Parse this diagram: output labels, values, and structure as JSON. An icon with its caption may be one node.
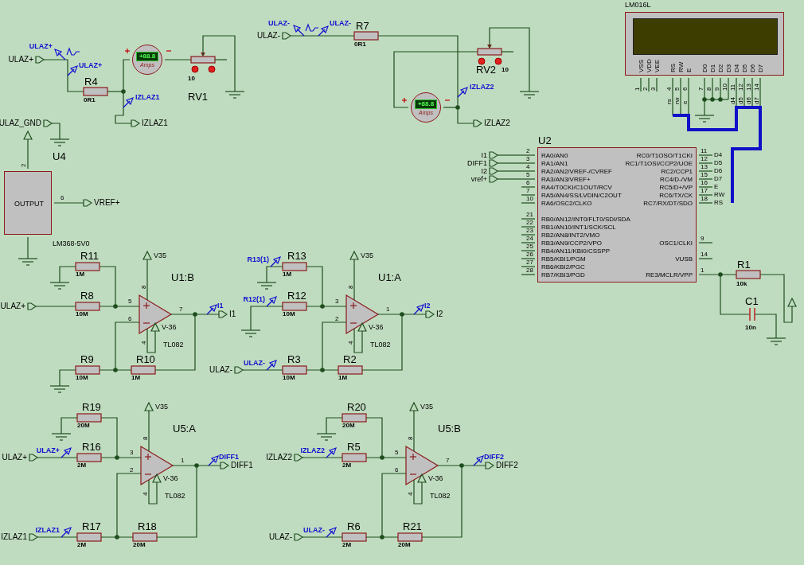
{
  "diagram": {
    "nodes": [
      {
        "text": [
          "+88.8",
          "Amps"
        ]
      },
      {
        "text": [
          "+88.8",
          "Amps"
        ]
      },
      {
        "text": [
          "VSS",
          "VDD",
          "VEE",
          "RS",
          "RW",
          "E",
          "D0",
          "D1",
          "D2",
          "D3",
          "D4",
          "D5",
          "D6",
          "D7"
        ],
        "beside": [
          "LM016L",
          "1",
          "2",
          "3",
          "4",
          "5",
          "6",
          "7",
          "8",
          "9",
          "10",
          "11",
          "12",
          "13",
          "14",
          "rs",
          "rw",
          "e",
          "d4",
          "d5",
          "d6",
          "d7"
        ]
      },
      {
        "text": [
          "OUTPUT"
        ],
        "beside": [
          "U4",
          "LM368-5V0",
          "2",
          "6"
        ]
      },
      {
        "text": [
          "RA0/AN0",
          "RA1/AN1",
          "RA2/AN2/VREF-/CVREF",
          "RA3/AN3/VREF+",
          "RA4/T0CKI/C1OUT/RCV",
          "RA5/AN4/SS/LVDIN/C2OUT",
          "RA6/OSC2/CLKO",
          "RB0/AN12/INT0/FLT0/SDI/SDA",
          "RB1/AN10/INT1/SCK/SCL",
          "RB2/AN8/INT2/VMO",
          "RB3/AN9/CCP2/VPO",
          "RB4/AN11/KBI0/CSSPP",
          "RB5/KBI1/PGM",
          "RB6/KBI2/PGC",
          "RB7/KBI3/PGD",
          "RC0/T1OSO/T1CKI",
          "RC1/T1OSI/CCP2/UOE",
          "RC2/CCP1",
          "RC4/D-/VM",
          "RC5/D+/VP",
          "RC6/TX/CK",
          "RC7/RX/DT/SDO",
          "OSC1/CLKI",
          "VUSB",
          "RE3/MCLR/VPP"
        ],
        "beside": [
          "U2",
          "2",
          "3",
          "4",
          "5",
          "6",
          "7",
          "10",
          "21",
          "22",
          "23",
          "24",
          "25",
          "26",
          "27",
          "28",
          "11",
          "12",
          "13",
          "15",
          "16",
          "17",
          "18",
          "9",
          "14",
          "1"
        ]
      }
    ],
    "labels": [
      "ULAZ+",
      "ULAZ+",
      "ULAZ+",
      "R4",
      "0R1",
      "10",
      "RV1",
      "IZLAZ1",
      "ULAZ_GND",
      "IZLAZ1",
      "VREF+",
      "ULAZ-",
      "ULAZ-",
      "ULAZ-",
      "R7",
      "0R1",
      "RV2",
      "10",
      "IZLAZ2",
      "IZLAZ2",
      "I1",
      "DIFF1",
      "I2",
      "vref+",
      "D4",
      "D5",
      "D6",
      "D7",
      "E",
      "RW",
      "RS",
      "R1",
      "10k",
      "C1",
      "10n",
      "U1:B",
      "V35",
      "8",
      "R11",
      "1M",
      "R8",
      "10M",
      "ULAZ+",
      "5",
      "6",
      "7",
      "I1",
      "I1",
      "V-36",
      "4",
      "TL082",
      "R9",
      "10M",
      "R10",
      "1M",
      "U1:A",
      "V35",
      "8",
      "R13(1)",
      "R13",
      "1M",
      "R12(1)",
      "R12",
      "10M",
      "3",
      "2",
      "1",
      "I2",
      "I2",
      "V-36",
      "4",
      "TL082",
      "ULAZ-",
      "R3",
      "10M",
      "ULAZ-",
      "R2",
      "1M",
      "U5:A",
      "V35",
      "8",
      "R19",
      "20M",
      "ULAZ+",
      "R16",
      "2M",
      "ULAZ+",
      "3",
      "2",
      "1",
      "DIFF1",
      "DIFF1",
      "V-36",
      "4",
      "TL082",
      "IZLAZ1",
      "R17",
      "2M",
      "IZLAZ1",
      "R18",
      "20M",
      "U5:B",
      "V35",
      "8",
      "R20",
      "20M",
      "IZLAZ2",
      "R5",
      "2M",
      "IZLAZ2",
      "5",
      "6",
      "7",
      "DIFF2",
      "DIFF2",
      "V-36",
      "4",
      "TL082",
      "ULAZ-",
      "R6",
      "2M",
      "ULAZ-",
      "R21",
      "20M"
    ]
  }
}
